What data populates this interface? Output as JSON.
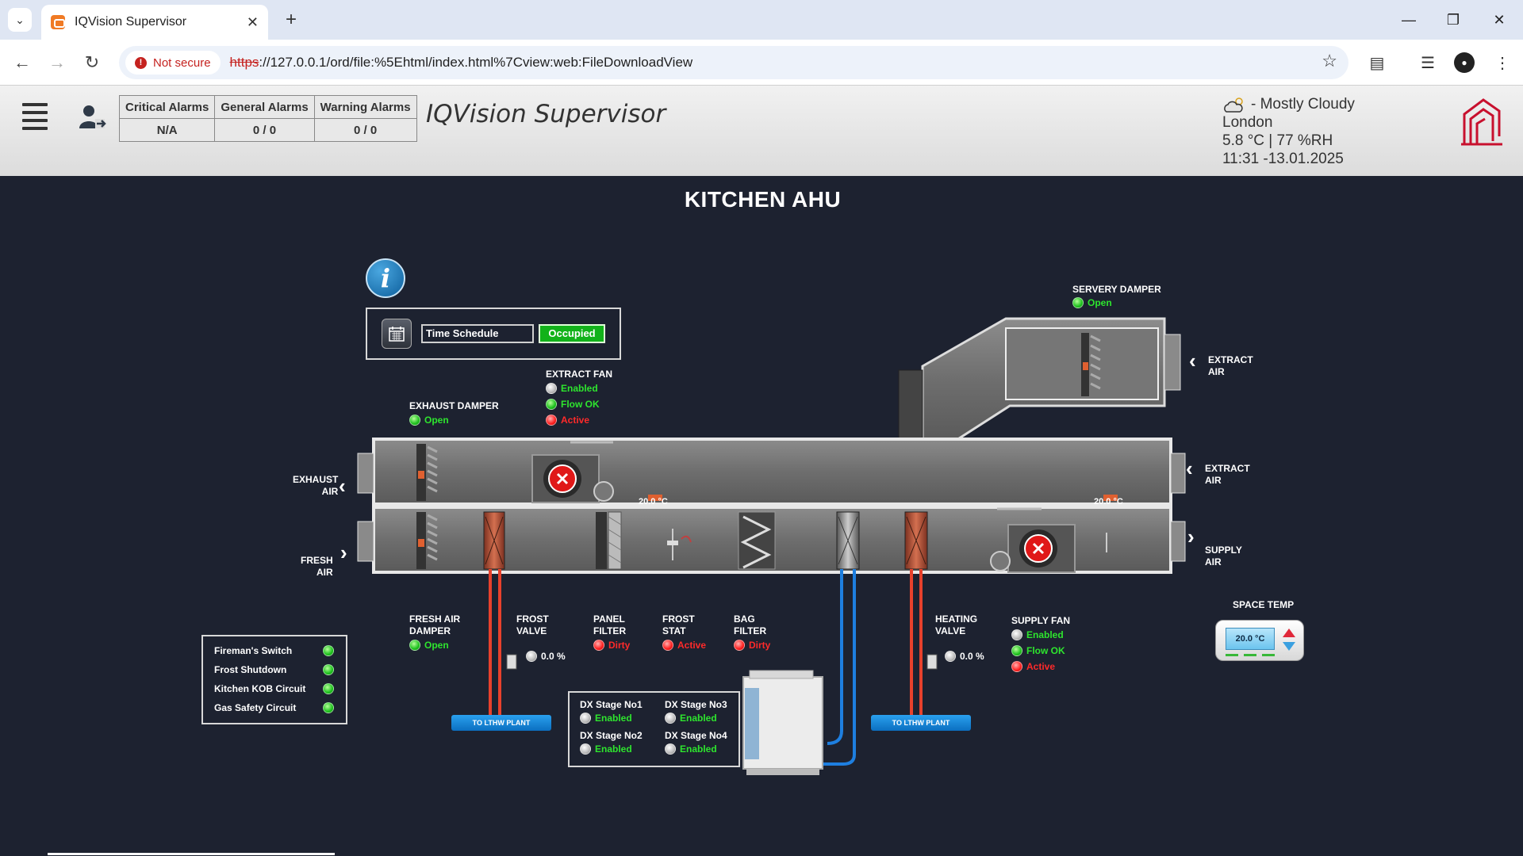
{
  "browser": {
    "tab_title": "IQVision Supervisor",
    "not_secure": "Not secure",
    "url_scheme": "https",
    "url_rest": "://127.0.0.1/ord/file:%5Ehtml/index.html%7Cview:web:FileDownloadView"
  },
  "header": {
    "alarms": {
      "critical_label": "Critical Alarms",
      "general_label": "General Alarms",
      "warning_label": "Warning Alarms",
      "critical_value": "N/A",
      "general_value": "0 / 0",
      "warning_value": "0 / 0"
    },
    "title": "IQVision Supervisor",
    "weather": {
      "condition": "- Mostly Cloudy",
      "city": "London",
      "readings": "5.8 °C | 77 %RH",
      "datetime": "11:31 -13.01.2025"
    }
  },
  "page": {
    "title": "KITCHEN AHU",
    "schedule": {
      "label": "Time Schedule",
      "value": "Occupied"
    },
    "servery_damper": {
      "label": "SERVERY DAMPER",
      "status": "Open"
    },
    "extract_fan": {
      "label": "EXTRACT FAN",
      "enabled": "Enabled",
      "flow": "Flow OK",
      "active": "Active"
    },
    "exhaust_damper": {
      "label": "EXHAUST DAMPER",
      "status": "Open"
    },
    "air_labels": {
      "exhaust_l1": "EXHAUST",
      "exhaust_l2": "AIR",
      "fresh_l1": "FRESH",
      "fresh_l2": "AIR",
      "extract_top_l1": "EXTRACT",
      "extract_top_l2": "AIR",
      "extract_mid_l1": "EXTRACT",
      "extract_mid_l2": "AIR",
      "supply_l1": "SUPPLY",
      "supply_l2": "AIR"
    },
    "temps": {
      "extract_left": "20.0 °C",
      "extract_right": "20.0 °C"
    },
    "fresh_air_damper": {
      "label_l1": "FRESH AIR",
      "label_l2": "DAMPER",
      "status": "Open"
    },
    "frost_valve": {
      "label_l1": "FROST",
      "label_l2": "VALVE",
      "value": "0.0 %"
    },
    "panel_filter": {
      "label_l1": "PANEL",
      "label_l2": "FILTER",
      "status": "Dirty"
    },
    "frost_stat": {
      "label_l1": "FROST",
      "label_l2": "STAT",
      "status": "Active"
    },
    "bag_filter": {
      "label_l1": "BAG",
      "label_l2": "FILTER",
      "status": "Dirty"
    },
    "heating_valve": {
      "label_l1": "HEATING",
      "label_l2": "VALVE",
      "value": "0.0 %"
    },
    "supply_fan": {
      "label": "SUPPLY FAN",
      "enabled": "Enabled",
      "flow": "Flow OK",
      "active": "Active"
    },
    "space_temp": {
      "label": "SPACE TEMP",
      "value": "20.0 °C"
    },
    "interlocks": [
      {
        "label": "Fireman's Switch"
      },
      {
        "label": "Frost Shutdown"
      },
      {
        "label": "Kitchen KOB Circuit"
      },
      {
        "label": "Gas Safety Circuit"
      }
    ],
    "plant_button": "TO LTHW PLANT",
    "dx": [
      {
        "label": "DX Stage No1",
        "status": "Enabled"
      },
      {
        "label": "DX Stage No3",
        "status": "Enabled"
      },
      {
        "label": "DX Stage No2",
        "status": "Enabled"
      },
      {
        "label": "DX Stage No4",
        "status": "Enabled"
      }
    ]
  },
  "colors": {
    "background": "#1d2230",
    "status_ok": "#2ee52e",
    "status_alarm": "#ff2a2a",
    "occupied": "#12b21a",
    "pipe_hot": "#e8412c",
    "pipe_cold": "#1e7fe0"
  }
}
